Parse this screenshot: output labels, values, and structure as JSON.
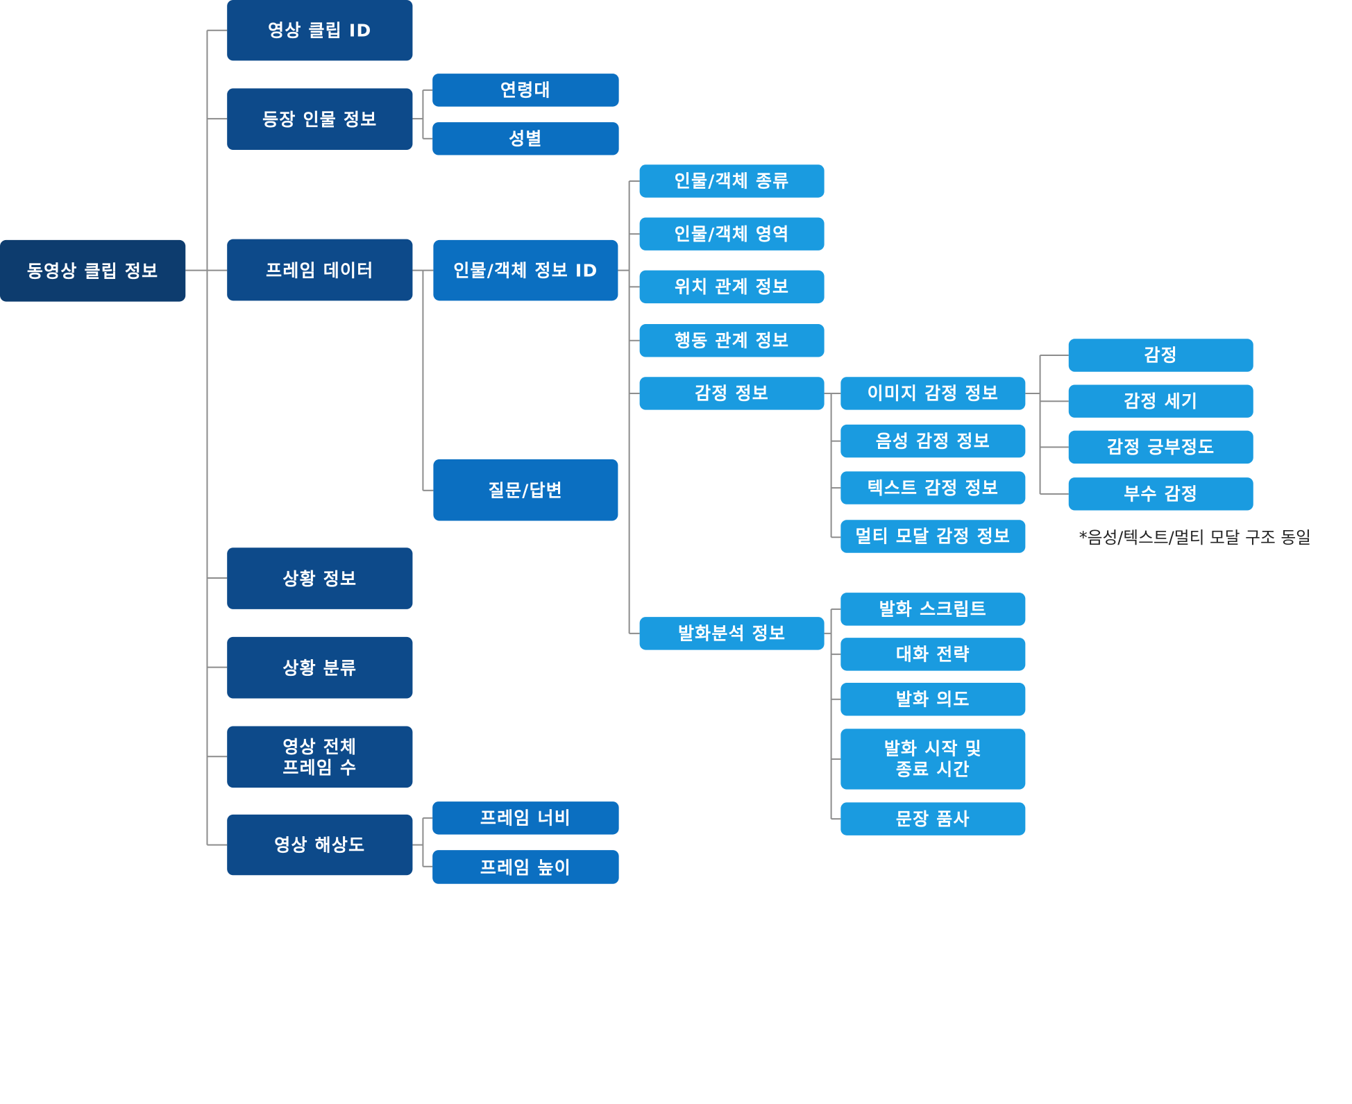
{
  "diagram": {
    "root": "동영상 클립 정보",
    "clip_id": "영상 클립 ID",
    "character_info": "등장 인물 정보",
    "age_group": "연령대",
    "gender": "성별",
    "frame_data": "프레임 데이터",
    "object_info_id": "인물/객체 정보 ID",
    "qa": "질문/답변",
    "object_type": "인물/객체 종류",
    "object_region": "인물/객체 영역",
    "position_relation": "위치 관계 정보",
    "action_relation": "행동 관계 정보",
    "emotion_info": "감정 정보",
    "image_emotion": "이미지 감정 정보",
    "voice_emotion": "음성 감정 정보",
    "text_emotion": "텍스트 감정 정보",
    "multimodal_emotion": "멀티 모달 감정 정보",
    "emotion": "감정",
    "emotion_intensity": "감정 세기",
    "emotion_polarity": "감정 긍부정도",
    "sub_emotion": "부수 감정",
    "note": "*음성/텍스트/멀티 모달 구조 동일",
    "utterance_info": "발화분석 정보",
    "utterance_script": "발화 스크립트",
    "dialogue_strategy": "대화 전략",
    "utterance_intent": "발화 의도",
    "utterance_time": "발화 시작 및\n종료 시간",
    "sentence_pos": "문장 품사",
    "situation_info": "상황 정보",
    "situation_class": "상황 분류",
    "total_frames": "영상 전체\n프레임 수",
    "resolution": "영상 해상도",
    "frame_width": "프레임 너비",
    "frame_height": "프레임 높이"
  },
  "colors": {
    "root": "#0d3c6e",
    "level1": "#0d4a8a",
    "level2": "#0b6fc1",
    "level3": "#1a9be0",
    "connector": "#8c8c8c"
  }
}
